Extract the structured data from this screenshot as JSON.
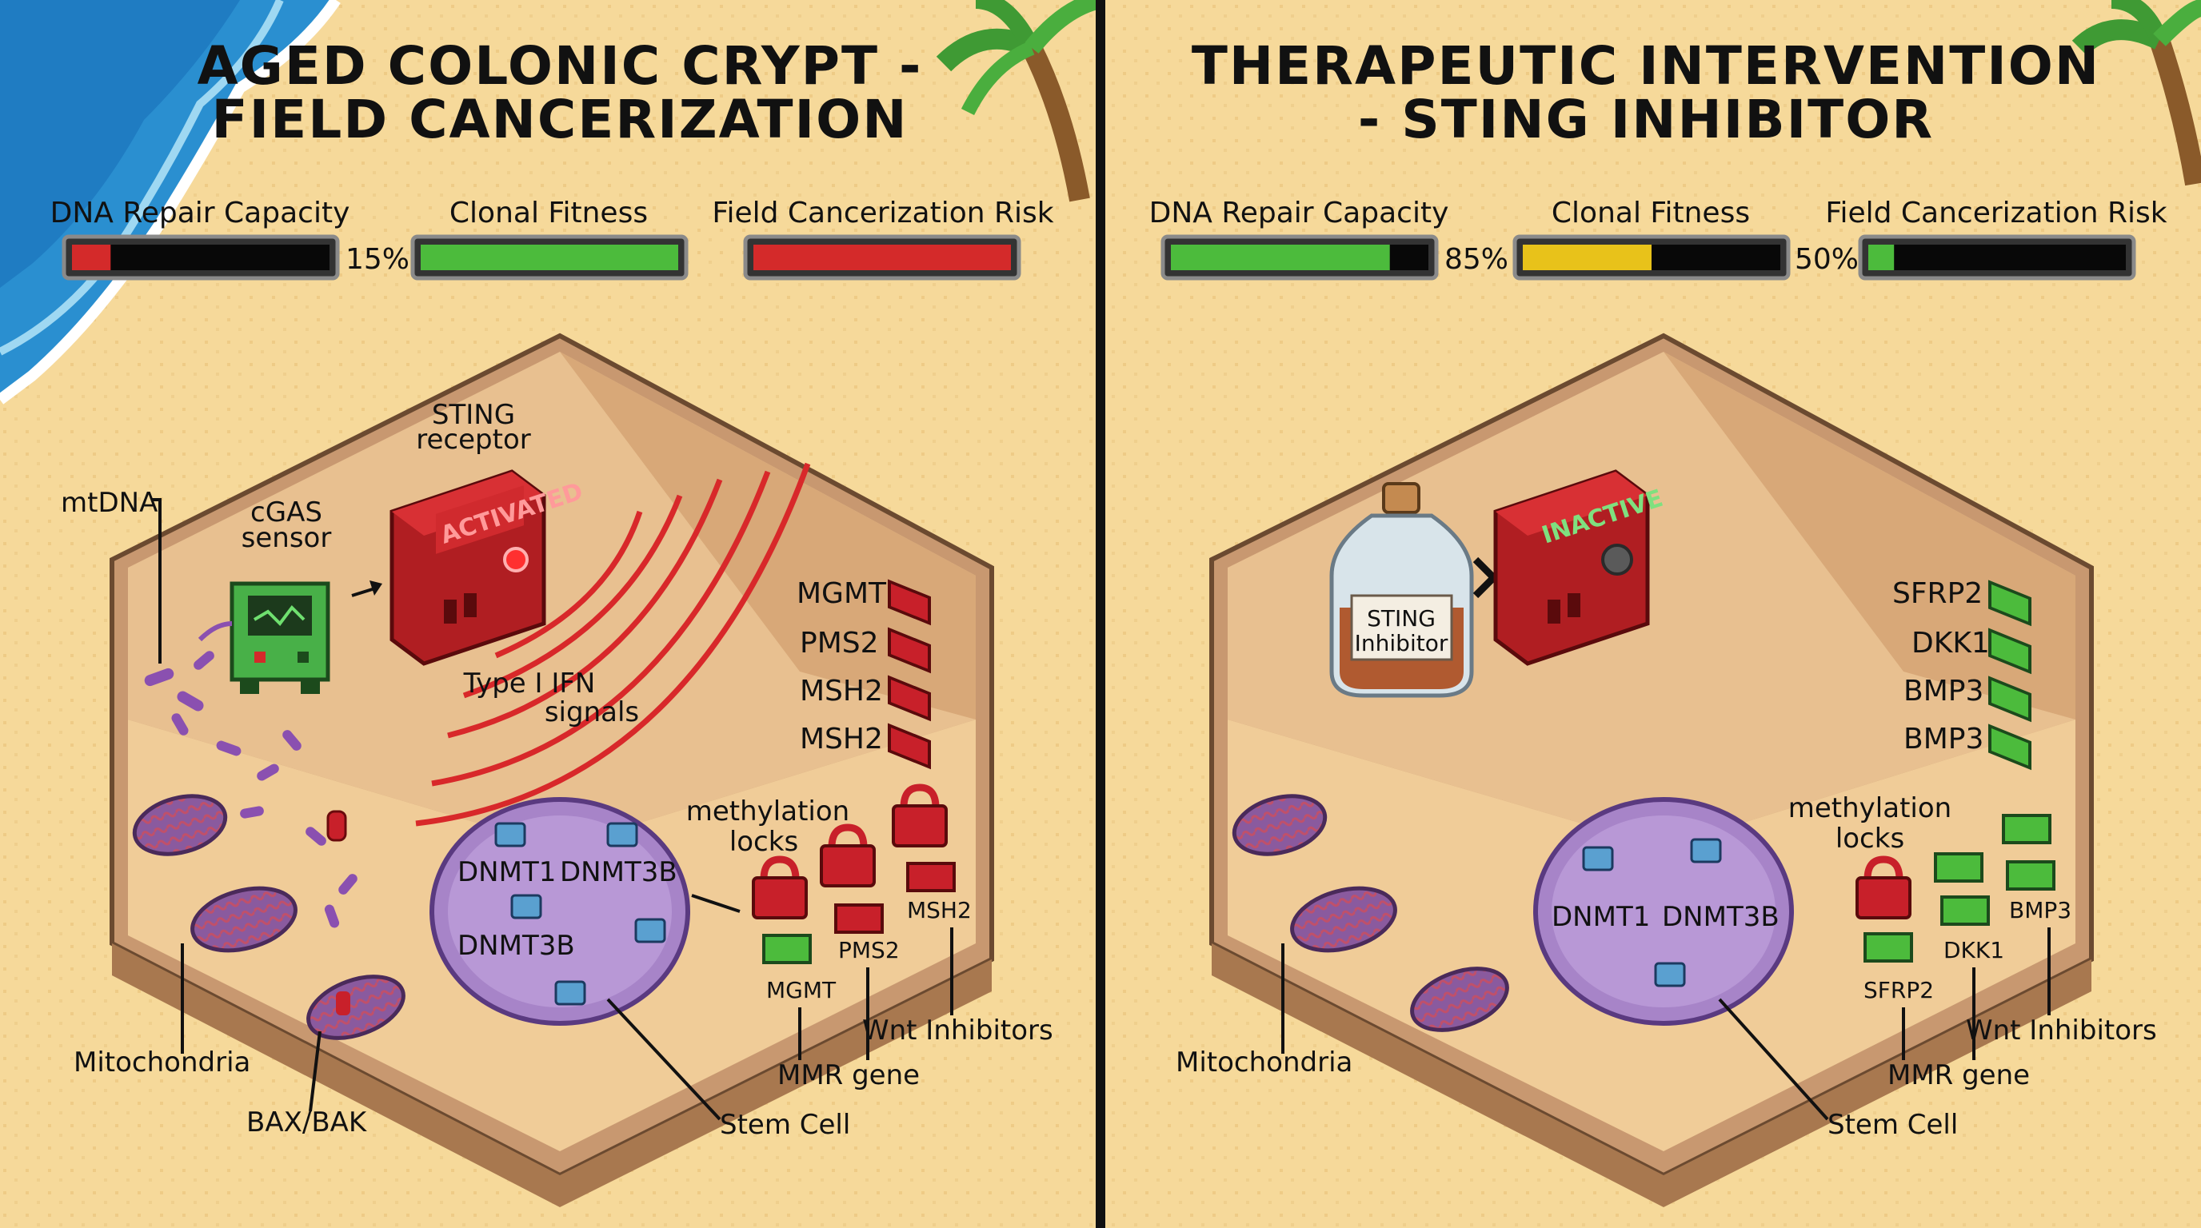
{
  "left": {
    "title_line1": "AGED COLONIC CRYPT -",
    "title_line2": "FIELD CANCERIZATION",
    "meters": {
      "dna_repair": {
        "label": "DNA Repair Capacity",
        "value": 15,
        "value_text": "15%"
      },
      "clonal_fitness": {
        "label": "Clonal Fitness",
        "value": 100
      },
      "field_risk": {
        "label": "Field Cancerization Risk",
        "value": 100
      }
    },
    "labels": {
      "sting_line1": "STING",
      "sting_line2": "receptor",
      "cgas_line1": "cGAS",
      "cgas_line2": "sensor",
      "mtdna": "mtDNA",
      "ifn_line1": "Type I IFN",
      "ifn_line2": "signals",
      "device_status": "ACTIVATED",
      "dnmt1": "DNMT1",
      "dnmt3b_a": "DNMT3B",
      "dnmt3b_b": "DNMT3B",
      "methylation_line1": "methylation",
      "methylation_line2": "locks",
      "mitochondria": "Mitochondria",
      "bax_bak": "BAX/BAK",
      "stem_cell": "Stem Cell",
      "mmr_gene": "MMR gene",
      "wnt": "Wnt Inhibitors",
      "small_mgmt": "MGMT",
      "small_pms2": "PMS2",
      "small_msh2": "MSH2"
    },
    "wall_genes": [
      "MGMT",
      "PMS2",
      "MSH2",
      "MSH2"
    ]
  },
  "right": {
    "title_line1": "THERAPEUTIC INTERVENTION",
    "title_line2": "- STING INHIBITOR",
    "meters": {
      "dna_repair": {
        "label": "DNA Repair Capacity",
        "value": 85,
        "value_text": "85%"
      },
      "clonal_fitness": {
        "label": "Clonal Fitness",
        "value": 50,
        "value_text": "50%"
      },
      "field_risk": {
        "label": "Field Cancerization Risk",
        "value": 10
      }
    },
    "labels": {
      "bottle_line1": "STING",
      "bottle_line2": "Inhibitor",
      "device_status": "INACTIVE",
      "dnmt1": "DNMT1",
      "dnmt3b": "DNMT3B",
      "methylation_line1": "methylation",
      "methylation_line2": "locks",
      "mitochondria": "Mitochondria",
      "stem_cell": "Stem Cell",
      "mmr_gene": "MMR gene",
      "wnt": "Wnt Inhibitors",
      "small_sfrp2": "SFRP2",
      "small_dkk1": "DKK1",
      "small_bmp3": "BMP3"
    },
    "wall_genes": [
      "SFRP2",
      "DKK1",
      "BMP3",
      "BMP3"
    ]
  },
  "colors": {
    "sand": "#f6d99a",
    "sea": "#2a8fd0",
    "danger": "#c8202a",
    "healthy": "#4caa3c",
    "warning": "#e8c21a",
    "nucleus": "#a784c8"
  }
}
